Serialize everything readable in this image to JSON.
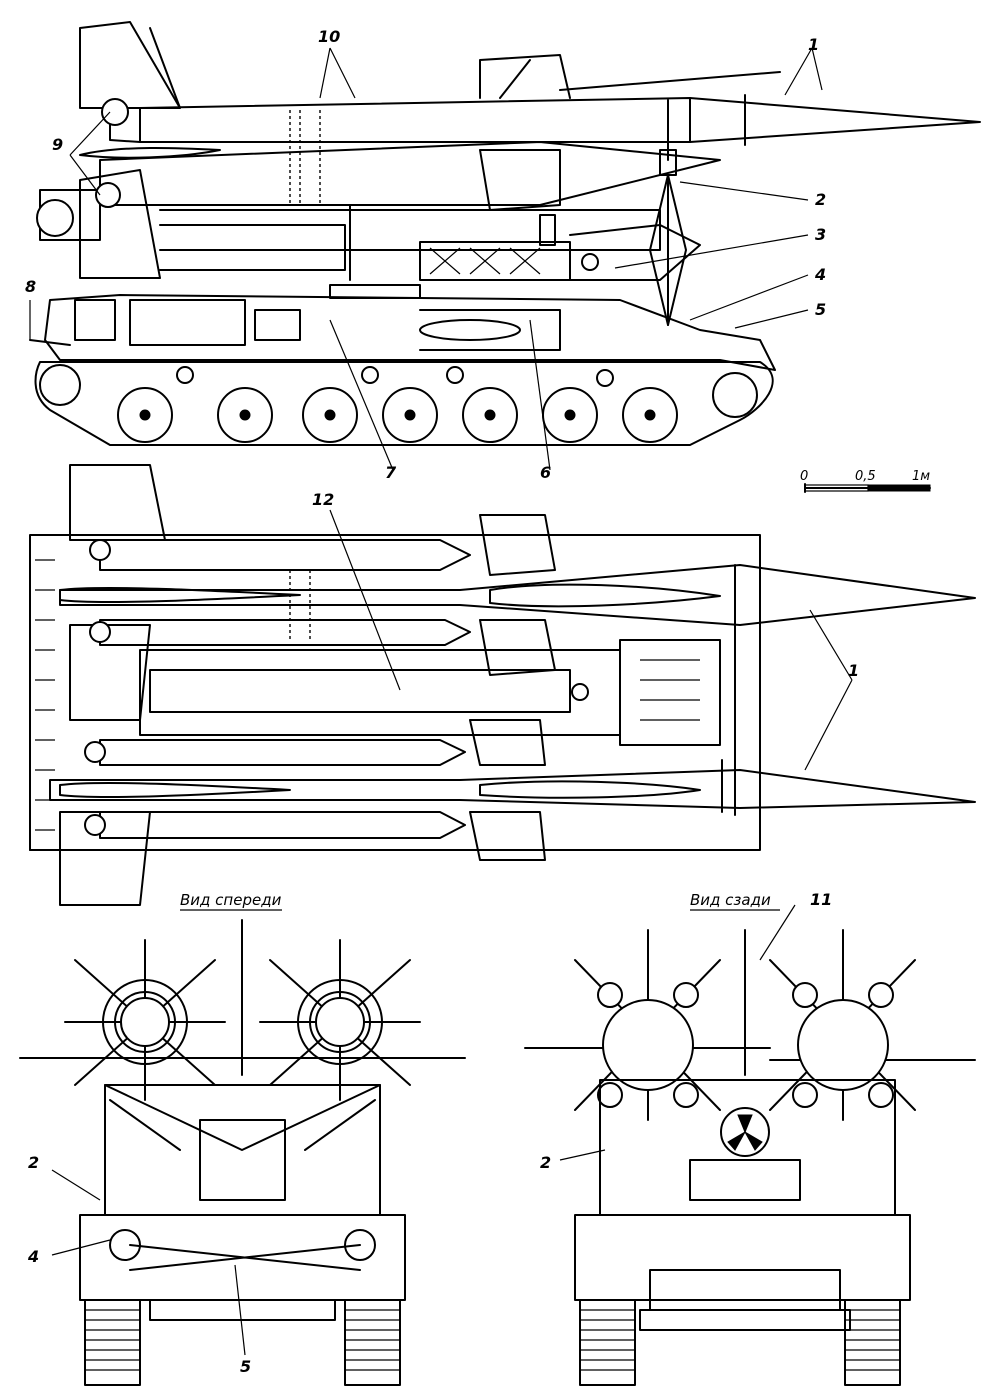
{
  "callouts": {
    "c1": "1",
    "c2": "2",
    "c3": "3",
    "c4": "4",
    "c5": "5",
    "c6": "6",
    "c7": "7",
    "c8": "8",
    "c9": "9",
    "c10": "10",
    "c11": "11",
    "c12": "12"
  },
  "views": {
    "front": "Вид спереди",
    "rear": "Вид сзади"
  },
  "scale": {
    "zero": "0",
    "half": "0,5",
    "one": "1м"
  }
}
